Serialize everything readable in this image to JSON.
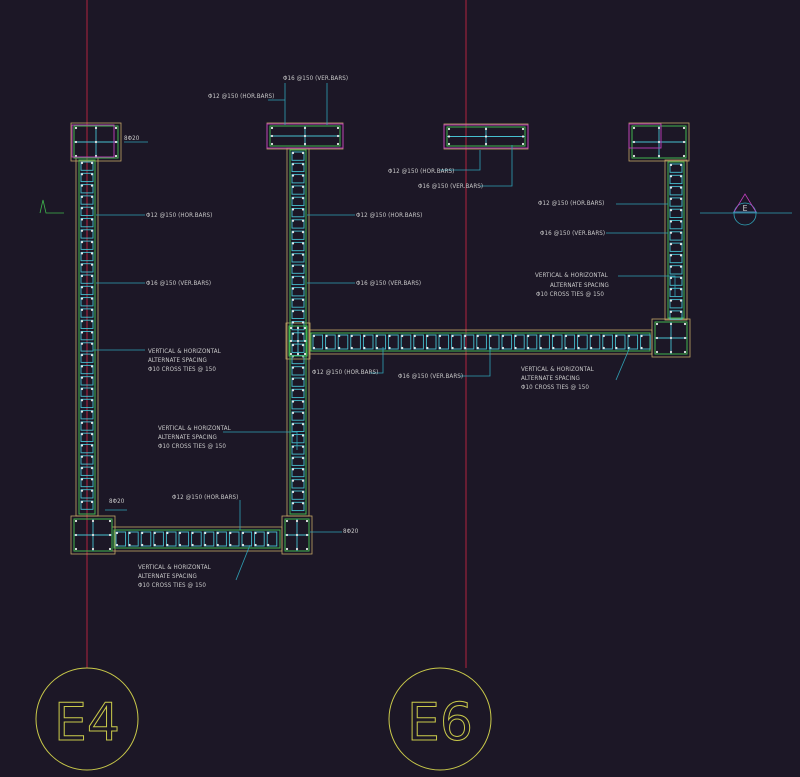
{
  "grid": {
    "bubble_left": "E4",
    "bubble_right": "E6",
    "section_marker": "E"
  },
  "labels": {
    "ver_bars_top": "Φ16 @150 (VER.BARS)",
    "hor_bars_top": "Φ12 @150 (HOR.BARS)",
    "dia_tl": "8Φ20",
    "dia_bl": "8Φ20",
    "dia_br": "8Φ20",
    "mid_hor": "Φ12 @150 (HOR.BARS)",
    "mid_ver": "Φ16 @150 (VER.BARS)",
    "left_hor": "Φ12 @150 (HOR.BARS)",
    "left_ver": "Φ16 @150 (VER.BARS)",
    "left_ties_l1": "VERTICAL & HORIZONTAL",
    "left_ties_l2": "ALTERNATE SPACING",
    "left_ties_l3": "Φ10 CROSS TIES @ 150",
    "center_hor": "Φ12 @150 (HOR.BARS)",
    "center_ver": "Φ16 @150 (VER.BARS)",
    "center_ties_l1": "VERTICAL & HORIZONTAL",
    "center_ties_l2": "ALTERNATE SPACING",
    "center_ties_l3": "Φ10 CROSS TIES @ 150",
    "right_hor": "Φ12 @150 (HOR.BARS)",
    "right_ver": "Φ16 @150 (VER.BARS)",
    "right_ties_l1": "VERTICAL & HORIZONTAL",
    "right_ties_l2": "ALTERNATE SPACING",
    "right_ties_l3": "Φ10 CROSS TIES @ 150",
    "horiz_hor": "Φ12 @150 (HOR.BARS)",
    "horiz_ver": "Φ16 @150 (VER.BARS)",
    "horiz_ties_l1": "VERTICAL & HORIZONTAL",
    "horiz_ties_l2": "ALTERNATE SPACING",
    "horiz_ties_l3": "Φ10 CROSS TIES @ 150",
    "bottom_hor": "Φ12 @150 (HOR.BARS)",
    "bottom_ties_l1": "VERTICAL & HORIZONTAL",
    "bottom_ties_l2": "ALTERNATE SPACING",
    "bottom_ties_l3": "Φ10 CROSS TIES @ 150"
  },
  "colors": {
    "background": "#1c1726",
    "grid_line": "#b0233f",
    "leader": "#2fa3b7",
    "rebar_cage": "#3fb64d",
    "ties": "#46c0d0",
    "wall_outline": "#c4a766",
    "boundary": "#c23fbf",
    "bubble": "#c9c94a"
  }
}
